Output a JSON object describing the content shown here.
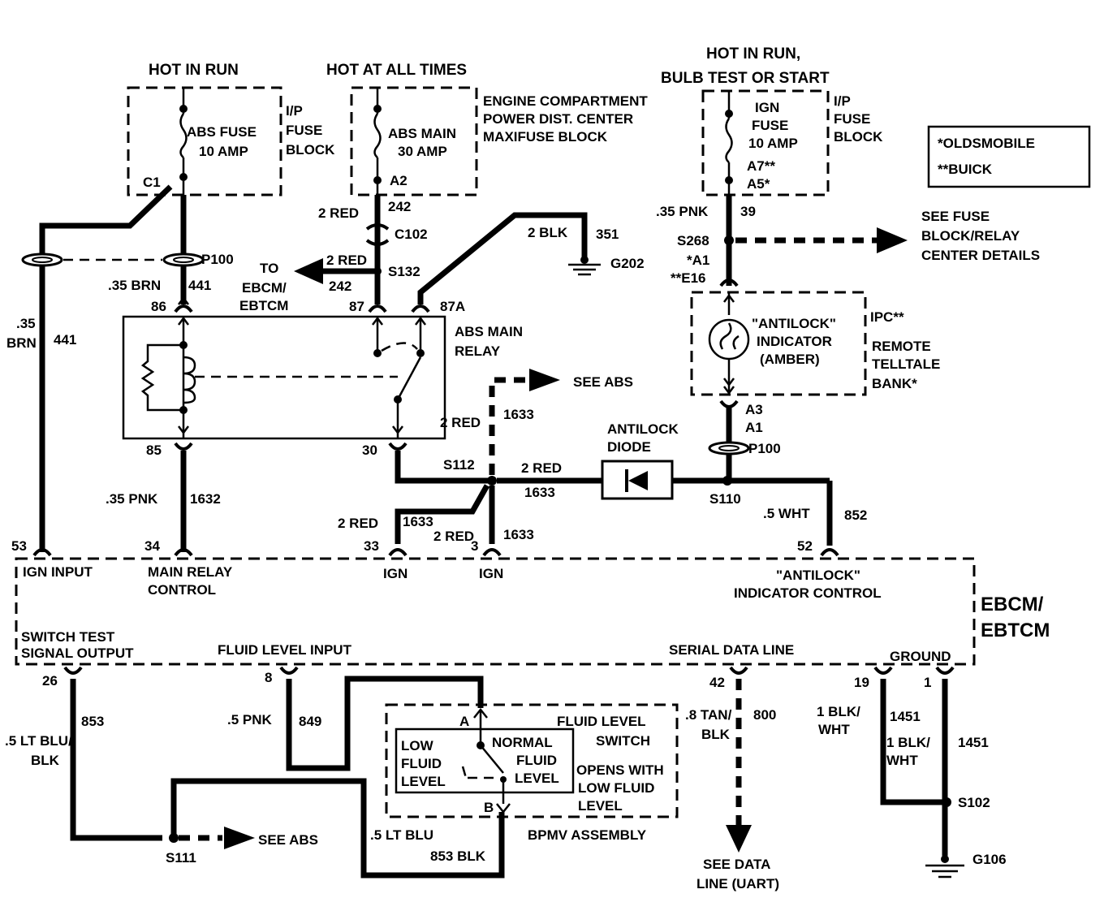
{
  "labels": {
    "hot_in_run": "HOT IN RUN",
    "hot_at_all_times": "HOT AT ALL TIMES",
    "hot_bulb_1": "HOT IN RUN,",
    "hot_bulb_2": "BULB TEST OR START",
    "abs_fuse_1": "ABS FUSE",
    "abs_fuse_2": "10 AMP",
    "ip_fuse_block_1": "I/P",
    "ip_fuse_block_2": "FUSE",
    "ip_fuse_block_3": "BLOCK",
    "abs_main_fuse_1": "ABS MAIN",
    "abs_main_fuse_2": "30 AMP",
    "engine_pdc_1": "ENGINE COMPARTMENT",
    "engine_pdc_2": "POWER DIST. CENTER",
    "engine_pdc_3": "MAXIFUSE BLOCK",
    "ign_fuse_1": "IGN",
    "ign_fuse_2": "FUSE",
    "ign_fuse_3": "10 AMP",
    "a7": "A7**",
    "a5": "A5*",
    "oldsmobile": "*OLDSMOBILE",
    "buick": "**BUICK",
    "c1": "C1",
    "a2": "A2",
    "red2_242_a": "2 RED",
    "n242_a": "242",
    "c102": "C102",
    "blk2": "2 BLK",
    "n351": "351",
    "g202": "G202",
    "pnk35_a": ".35 PNK",
    "n39": "39",
    "s268": "S268",
    "see_fuse_1": "SEE FUSE",
    "see_fuse_2": "BLOCK/RELAY",
    "see_fuse_3": "CENTER DETAILS",
    "p100_a": "P100",
    "to": "TO",
    "ebcm_1": "EBCM/",
    "ebcm_2": "EBTCM",
    "red2_242_b": "2 RED",
    "n242_b": "242",
    "s132": "S132",
    "a1_a": "*A1",
    "e16": "**E16",
    "brn35": ".35 BRN",
    "n441_a": "441",
    "p85": "85",
    "p87": "87",
    "p87a": "87A",
    "abs_main_relay_1": "ABS MAIN",
    "abs_main_relay_2": "RELAY",
    "antilock_ind_1": "\"ANTILOCK\"",
    "antilock_ind_2": "INDICATOR",
    "antilock_ind_3": "(AMBER)",
    "ipc": "IPC**",
    "remote_1": "REMOTE",
    "remote_2": "TELLTALE",
    "remote_3": "BANK*",
    "brn35_v1": ".35",
    "brn35_v2": "BRN",
    "n441_b": "441",
    "see_abs_a": "SEE ABS",
    "red2_1633_a": "2 RED",
    "n1633_a": "1633",
    "antilock_diode_1": "ANTILOCK",
    "antilock_diode_2": "DIODE",
    "a3": "A3",
    "a1_b": "A1",
    "p100_b": "P100",
    "p86": "86",
    "p30": "30",
    "s112": "S112",
    "red2_1633_b": "2 RED",
    "n1633_b": "1633",
    "pnk35_b": ".35 PNK",
    "n1632": "1632",
    "s110": "S110",
    "wht5": ".5 WHT",
    "n852": "852",
    "red2_1633_c": "2 RED",
    "n1633_c": "1633",
    "red2_1633_d": "2 RED",
    "n1633_d": "1633",
    "p53": "53",
    "p34": "34",
    "p33": "33",
    "p3": "3",
    "p52": "52",
    "ign_input": "IGN INPUT",
    "main_relay_ctrl_1": "MAIN RELAY",
    "main_relay_ctrl_2": "CONTROL",
    "ign_a": "IGN",
    "ign_b": "IGN",
    "antilock_ctrl_1": "\"ANTILOCK\"",
    "antilock_ctrl_2": "INDICATOR CONTROL",
    "ebcm_box_1": "EBCM/",
    "ebcm_box_2": "EBTCM",
    "switch_test_1": "SWITCH TEST",
    "switch_test_2": "SIGNAL OUTPUT",
    "fluid_level_input": "FLUID LEVEL INPUT",
    "serial_data_line": "SERIAL DATA LINE",
    "ground": "GROUND",
    "p26": "26",
    "p8": "8",
    "p42": "42",
    "p19": "19",
    "p1": "1",
    "n853_a": "853",
    "lt_blu_1": ".5 LT BLU/",
    "lt_blu_2": "BLK",
    "pnk5": ".5 PNK",
    "n849": "849",
    "pa": "A",
    "pb": "B",
    "fluid_switch_1": "FLUID LEVEL",
    "fluid_switch_2": "SWITCH",
    "low_fluid_1": "LOW",
    "low_fluid_2": "FLUID",
    "low_fluid_3": "LEVEL",
    "normal_fluid_1": "NORMAL",
    "normal_fluid_2": "FLUID",
    "normal_fluid_3": "LEVEL",
    "opens_1": "OPENS WITH",
    "opens_2": "LOW FLUID",
    "opens_3": "LEVEL",
    "tan_1": ".8 TAN/",
    "tan_2": "BLK",
    "n800": "800",
    "blk_wht_1": "1 BLK/",
    "blk_wht_2": "WHT",
    "n1451_a": "1451",
    "blk_wht_3": "1 BLK/",
    "blk_wht_4": "WHT",
    "n1451_b": "1451",
    "s102": "S102",
    "s111": "S111",
    "see_abs_b": "SEE ABS",
    "lt_blu_3": ".5 LT BLU",
    "n853_b": "853 BLK",
    "bpmv": "BPMV ASSEMBLY",
    "see_data_1": "SEE DATA",
    "see_data_2": "LINE (UART)",
    "g106": "G106"
  }
}
